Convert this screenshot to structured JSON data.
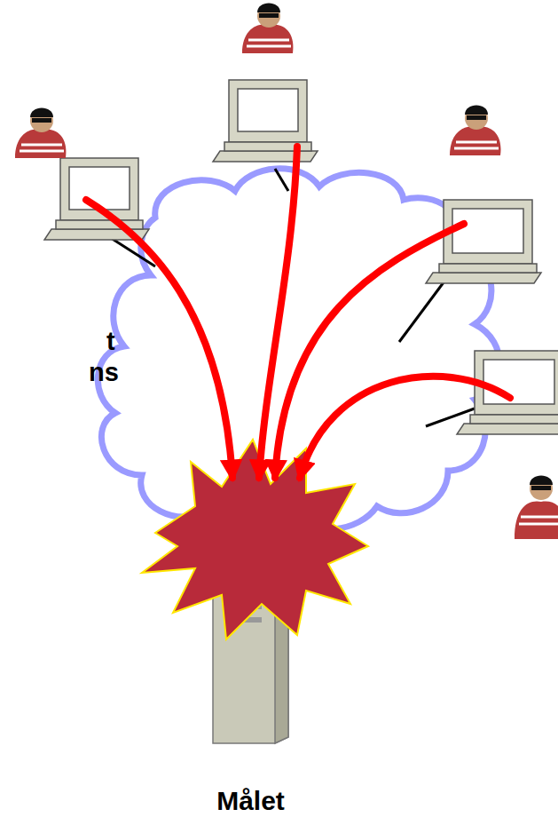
{
  "diagram": {
    "nodes": [
      {
        "text": [
          "Målet"
        ]
      }
    ],
    "labels": [
      "t",
      "ns"
    ]
  }
}
